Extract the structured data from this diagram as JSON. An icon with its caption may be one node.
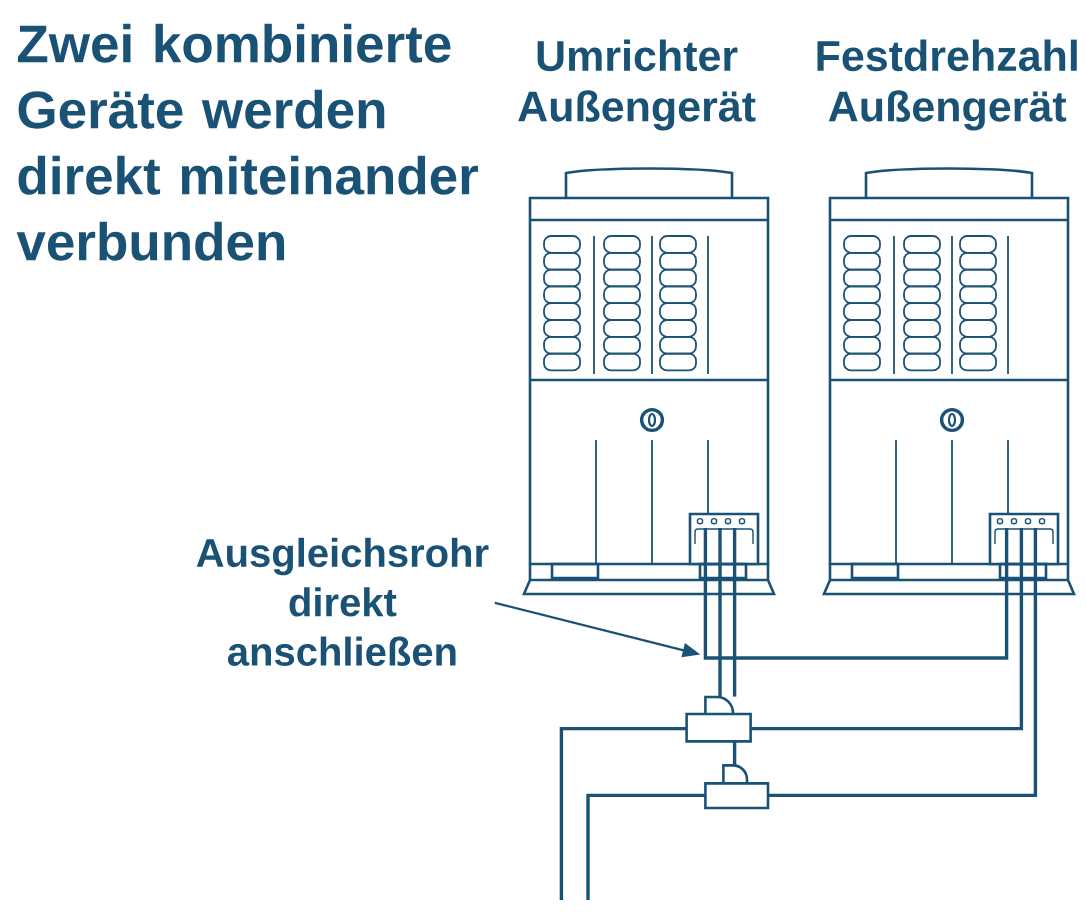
{
  "diagram": {
    "title": "Zwei kombinierte Geräte werden direkt miteinander verbunden",
    "nodes": [
      {
        "text": [
          "Umrichter Außengerät"
        ]
      },
      {
        "text": [
          "Festdrehzahl Außengerät"
        ]
      },
      {
        "text": [
          "Ausgleichsrohr direkt anschließen"
        ]
      },
      {
        "text": [],
        "shape": "box"
      },
      {
        "text": [],
        "shape": "box"
      }
    ],
    "edges": [
      {
        "from": 0,
        "to": 1,
        "arrow": "none"
      },
      {
        "from": 0,
        "to": 3,
        "arrow": "none"
      },
      {
        "from": 0,
        "to": 3,
        "arrow": "none"
      },
      {
        "from": 1,
        "to": 3,
        "arrow": "none"
      },
      {
        "from": 3,
        "to": 4,
        "arrow": "none"
      },
      {
        "from": 1,
        "to": 4,
        "arrow": "none"
      },
      {
        "from": 3,
        "to": null,
        "arrow": "none"
      },
      {
        "from": 4,
        "to": null,
        "arrow": "none"
      },
      {
        "from": 2,
        "to": null,
        "arrow": "to"
      }
    ]
  }
}
